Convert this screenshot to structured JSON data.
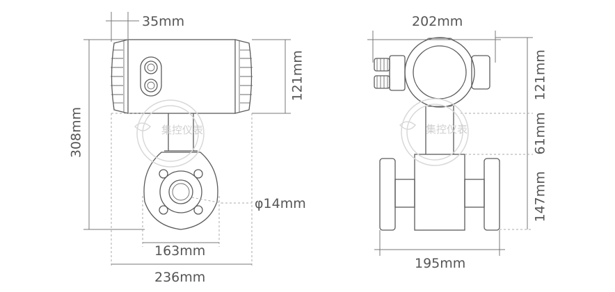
{
  "front_view": {
    "dim_top": "35mm",
    "dim_left": "308mm",
    "dim_right": "121mm",
    "dim_bore": "φ14mm",
    "dim_flange": "163mm",
    "dim_bottom": "236mm"
  },
  "side_view": {
    "dim_top": "202mm",
    "dim_right_upper": "121mm",
    "dim_right_middle": "61mm",
    "dim_right_lower": "147mm",
    "dim_bottom": "195mm"
  },
  "watermark": {
    "brand": "集控仪表"
  },
  "colors": {
    "outline": "#5a5a5a",
    "dimension": "#777777",
    "dashed": "#aaaaaa",
    "watermark": "#cfcfcf"
  }
}
